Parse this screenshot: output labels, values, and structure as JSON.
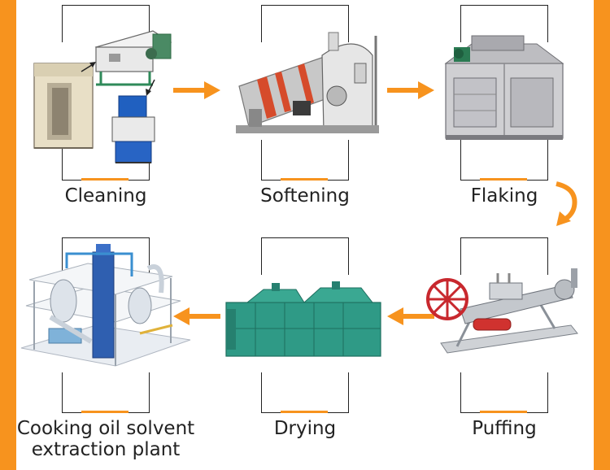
{
  "colors": {
    "accent": "#f7931e",
    "frame": "#222222"
  },
  "steps": [
    {
      "id": "cleaning",
      "label": "Cleaning",
      "icon": "cleaning-machine-icon"
    },
    {
      "id": "softening",
      "label": "Softening",
      "icon": "rotary-softener-icon"
    },
    {
      "id": "flaking",
      "label": "Flaking",
      "icon": "flaking-mill-icon"
    },
    {
      "id": "puffing",
      "label": "Puffing",
      "icon": "extruder-puffer-icon"
    },
    {
      "id": "drying",
      "label": "Drying",
      "icon": "belt-dryer-icon"
    },
    {
      "id": "extraction",
      "label_line1": "Cooking oil solvent",
      "label_line2": "extraction plant",
      "icon": "solvent-extraction-plant-icon"
    }
  ]
}
